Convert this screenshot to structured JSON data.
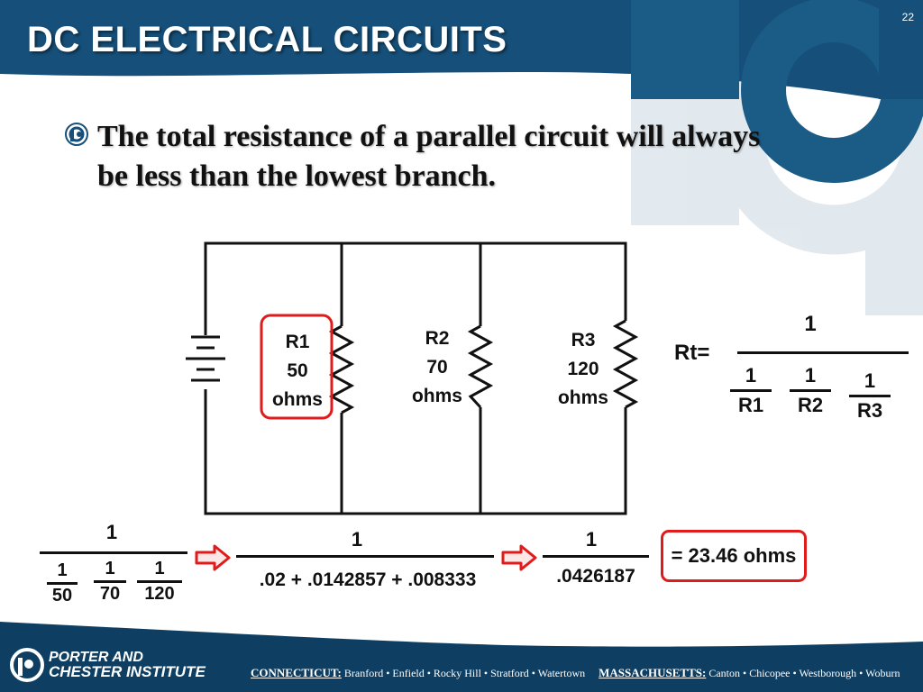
{
  "slide": {
    "title": "DC ELECTRICAL CIRCUITS",
    "number": "22",
    "bullet": "The total resistance of a parallel circuit will always be less than the lowest branch."
  },
  "circuit": {
    "resistors": [
      {
        "name": "R1",
        "value": "50",
        "unit": "ohms"
      },
      {
        "name": "R2",
        "value": "70",
        "unit": "ohms"
      },
      {
        "name": "R3",
        "value": "120",
        "unit": "ohms"
      }
    ]
  },
  "formula": {
    "label": "Rt=",
    "numerator": "1",
    "terms": [
      {
        "top": "1",
        "bottom": "R1"
      },
      {
        "top": "1",
        "bottom": "R2"
      },
      {
        "top": "1",
        "bottom": "R3"
      }
    ]
  },
  "calculation": {
    "step1": {
      "numerator": "1",
      "terms": [
        {
          "top": "1",
          "bottom": "50"
        },
        {
          "top": "1",
          "bottom": "70"
        },
        {
          "top": "1",
          "bottom": "120"
        }
      ]
    },
    "step2": {
      "numerator": "1",
      "denominator": ".02 + .0142857 + .008333"
    },
    "step3": {
      "numerator": "1",
      "denominator": ".0426187"
    },
    "result": "= 23.46 ohms"
  },
  "footer": {
    "logo_line1": "PORTER AND",
    "logo_line2": "CHESTER INSTITUTE",
    "ct_label": "CONNECTICUT:",
    "ct_locations": "Branford • Enfield • Rocky Hill • Stratford • Watertown",
    "ma_label": "MASSACHUSETTS:",
    "ma_locations": "Canton • Chicopee • Westborough • Woburn"
  },
  "colors": {
    "header_blue": "#16507a",
    "dark_blue": "#0e3f63",
    "highlight_red": "#e01b1b",
    "arrow_fill": "#fde6e6"
  }
}
